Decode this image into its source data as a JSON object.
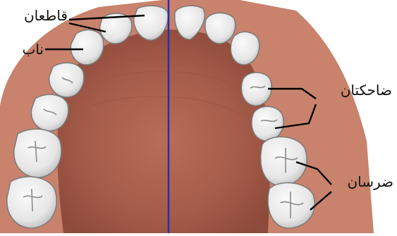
{
  "diagram": {
    "labels": {
      "incisors": "قاطعان",
      "canine": "ناب",
      "premolars": "ضاحكتان",
      "molars": "ضرسان"
    },
    "colors": {
      "background": "#ffffff",
      "gum": "#c9826c",
      "palate": "#a8604e",
      "tooth": "#eeeeee",
      "tooth_outline": "#7a7a7a",
      "midline": "#2b2fa8",
      "leader_lines": "#000000"
    }
  }
}
